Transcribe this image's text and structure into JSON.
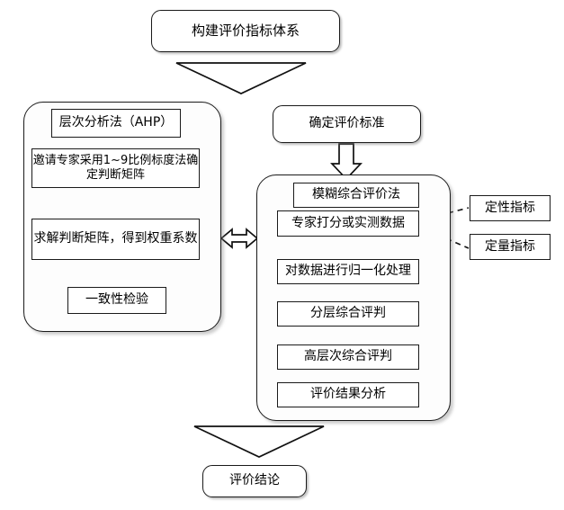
{
  "diagram": {
    "title": "构建评价指标体系",
    "nodes": {
      "top": "构建评价指标体系",
      "criteria": "确定评价标准",
      "ahp_title": "层次分析法（AHP）",
      "ahp_step1": "邀请专家采用1~9比例标度法确\n定判断矩阵",
      "ahp_step2": "求解判断矩阵，得到权重系数",
      "ahp_step3": "一致性检验",
      "fuzzy_title": "模糊综合评价法",
      "fuzzy_step1": "专家打分或实测数据",
      "fuzzy_step2": "对数据进行归一化处理",
      "fuzzy_step3": "分层综合评判",
      "fuzzy_step4": "高层次综合评判",
      "fuzzy_step5": "评价结果分析",
      "qualitative": "定性指标",
      "quantitative": "定量指标",
      "conclusion": "评价结论"
    },
    "colors": {
      "stroke": "#1a1a1a",
      "fill": "#ffffff",
      "panel_fill": "#fdfdfd",
      "shadow": "rgba(130,130,130,0.40)"
    },
    "connectors": {
      "top_to_branches": "large-down-triangle",
      "criteria_to_fuzzy": "block-down-arrow",
      "ahp_fuzzy_link": "double-headed-horizontal-arrow",
      "fuzzy_to_indicators": "dashed-leader-lines",
      "fuzzy_to_conclusion": "large-down-triangle"
    }
  }
}
